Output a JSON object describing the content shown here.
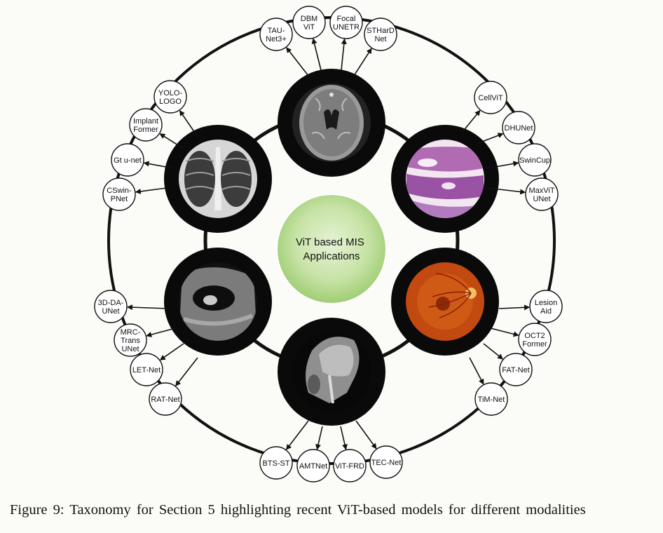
{
  "center": {
    "lines": [
      "ViT based MIS",
      "Applications"
    ]
  },
  "modalities": [
    {
      "id": "ct",
      "models": [
        {
          "lines": [
            "TAU-",
            "Net3+"
          ]
        },
        {
          "lines": [
            "DBM",
            "ViT"
          ]
        },
        {
          "lines": [
            "Focal",
            "UNETR"
          ]
        },
        {
          "lines": [
            "STHarD",
            "Net"
          ]
        }
      ]
    },
    {
      "id": "histopathology",
      "models": [
        {
          "lines": [
            "CellViT"
          ]
        },
        {
          "lines": [
            "DHUNet"
          ]
        },
        {
          "lines": [
            "SwinCup"
          ]
        },
        {
          "lines": [
            "MaxViT",
            "UNet"
          ]
        }
      ]
    },
    {
      "id": "fundus",
      "models": [
        {
          "lines": [
            "Lesion",
            "Aid"
          ]
        },
        {
          "lines": [
            "OCT2",
            "Former"
          ]
        },
        {
          "lines": [
            "FAT-Net"
          ]
        },
        {
          "lines": [
            "TiM-Net"
          ]
        }
      ]
    },
    {
      "id": "mri",
      "models": [
        {
          "lines": [
            "BTS-ST"
          ]
        },
        {
          "lines": [
            "AMTNet"
          ]
        },
        {
          "lines": [
            "ViT-FRD"
          ]
        },
        {
          "lines": [
            "TEC-Net"
          ]
        }
      ]
    },
    {
      "id": "ultrasound",
      "models": [
        {
          "lines": [
            "3D-DA-",
            "UNet"
          ]
        },
        {
          "lines": [
            "MRC-",
            "Trans",
            "UNet"
          ]
        },
        {
          "lines": [
            "LET-Net"
          ]
        },
        {
          "lines": [
            "RAT-Net"
          ]
        }
      ]
    },
    {
      "id": "xray",
      "models": [
        {
          "lines": [
            "YOLO-",
            "LOGO"
          ]
        },
        {
          "lines": [
            "Implant",
            "Former"
          ]
        },
        {
          "lines": [
            "Gt u-net"
          ]
        },
        {
          "lines": [
            "CSwin-",
            "PNet"
          ]
        }
      ]
    }
  ],
  "caption": "Figure 9: Taxonomy for Section 5 highlighting recent ViT-based models for different modalities"
}
